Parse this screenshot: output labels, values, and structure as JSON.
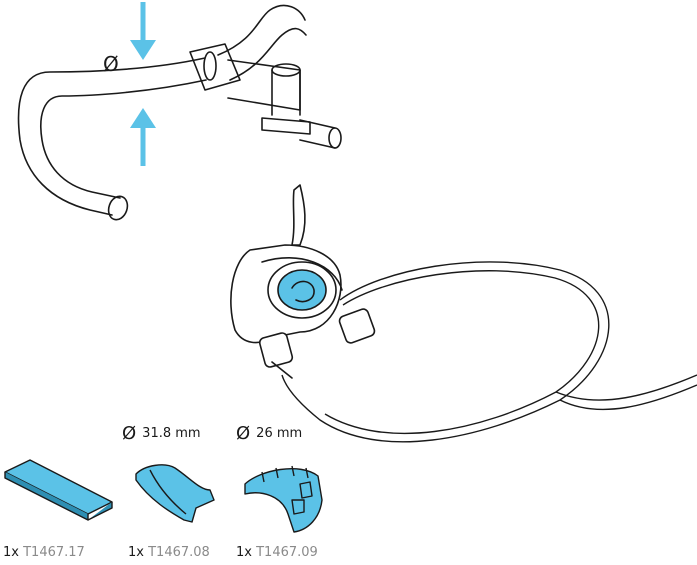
{
  "colors": {
    "accent": "#5bc2e7",
    "line": "#1a1a1a",
    "code": "#8a8a8a"
  },
  "diameter_symbol": "Ø",
  "shims": [
    {
      "symbol": "Ø",
      "size": "31.8 mm"
    },
    {
      "symbol": "Ø",
      "size": "26 mm"
    }
  ],
  "parts": [
    {
      "qty": "1x",
      "code": "T1467.17"
    },
    {
      "qty": "1x",
      "code": "T1467.08"
    },
    {
      "qty": "1x",
      "code": "T1467.09"
    }
  ]
}
